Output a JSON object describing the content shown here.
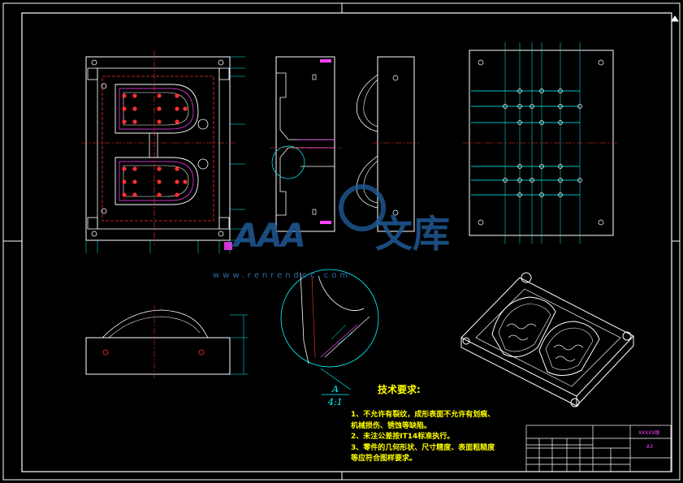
{
  "watermark": {
    "logo_en": "AAA",
    "logo_cn": "文库",
    "url": "www.renrendoc.com"
  },
  "detail": {
    "label": "A",
    "scale": "4:1"
  },
  "requirements": {
    "title": "技术要求:",
    "items": [
      "1、不允许有裂纹，成形表面不允许有划痕、",
      "机械损伤、锈蚀等缺陷。",
      "2、未注公差按IT14标准执行。",
      "3、零件的几何形状、尺寸精度、表面粗糙度",
      "等应符合图样要求。"
    ]
  },
  "title_block": {
    "drawing_name": "XXXXX板",
    "code": "A3"
  },
  "colors": {
    "background": "#000000",
    "outline": "#ffffff",
    "dimension": "#00ffff",
    "centerline": "#ff3030",
    "hidden": "#5aa0ff",
    "text": "#ffff00",
    "pink": "#ff44ff"
  }
}
